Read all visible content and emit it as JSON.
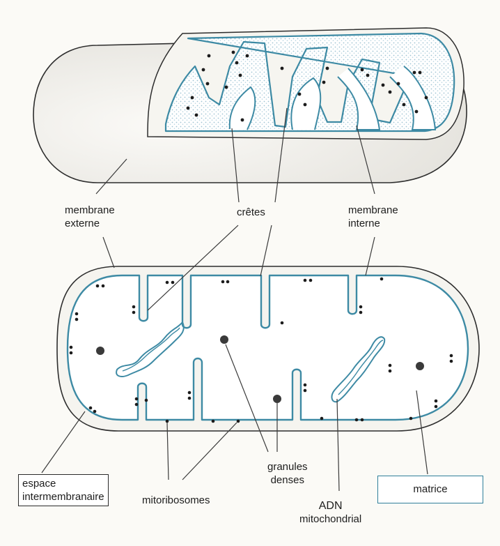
{
  "labels": {
    "membrane_externe": [
      "membrane",
      "externe"
    ],
    "cretes": "crêtes",
    "membrane_interne": [
      "membrane",
      "interne"
    ],
    "espace_intermembranaire": [
      "espace",
      "intermembranaire"
    ],
    "mitoribosomes": "mitoribosomes",
    "granules_denses": [
      "granules",
      "denses"
    ],
    "adn_mitochondrial": [
      "ADN",
      "mitochondrial"
    ],
    "matrice": "matrice"
  },
  "colors": {
    "membrane_blue": "#3d8aa4",
    "membrane_fill": "#ffffff",
    "outer_fill": "#f2f1ec",
    "stipple": "#a9c9d6",
    "granule": "#1c1c1c",
    "outline": "#2d2d2d",
    "leader_line": "#3a3a3a"
  },
  "icons": {
    "granule": "dark-dot",
    "mitoribosome": "paired-dots",
    "dna": "twisted-loop"
  }
}
